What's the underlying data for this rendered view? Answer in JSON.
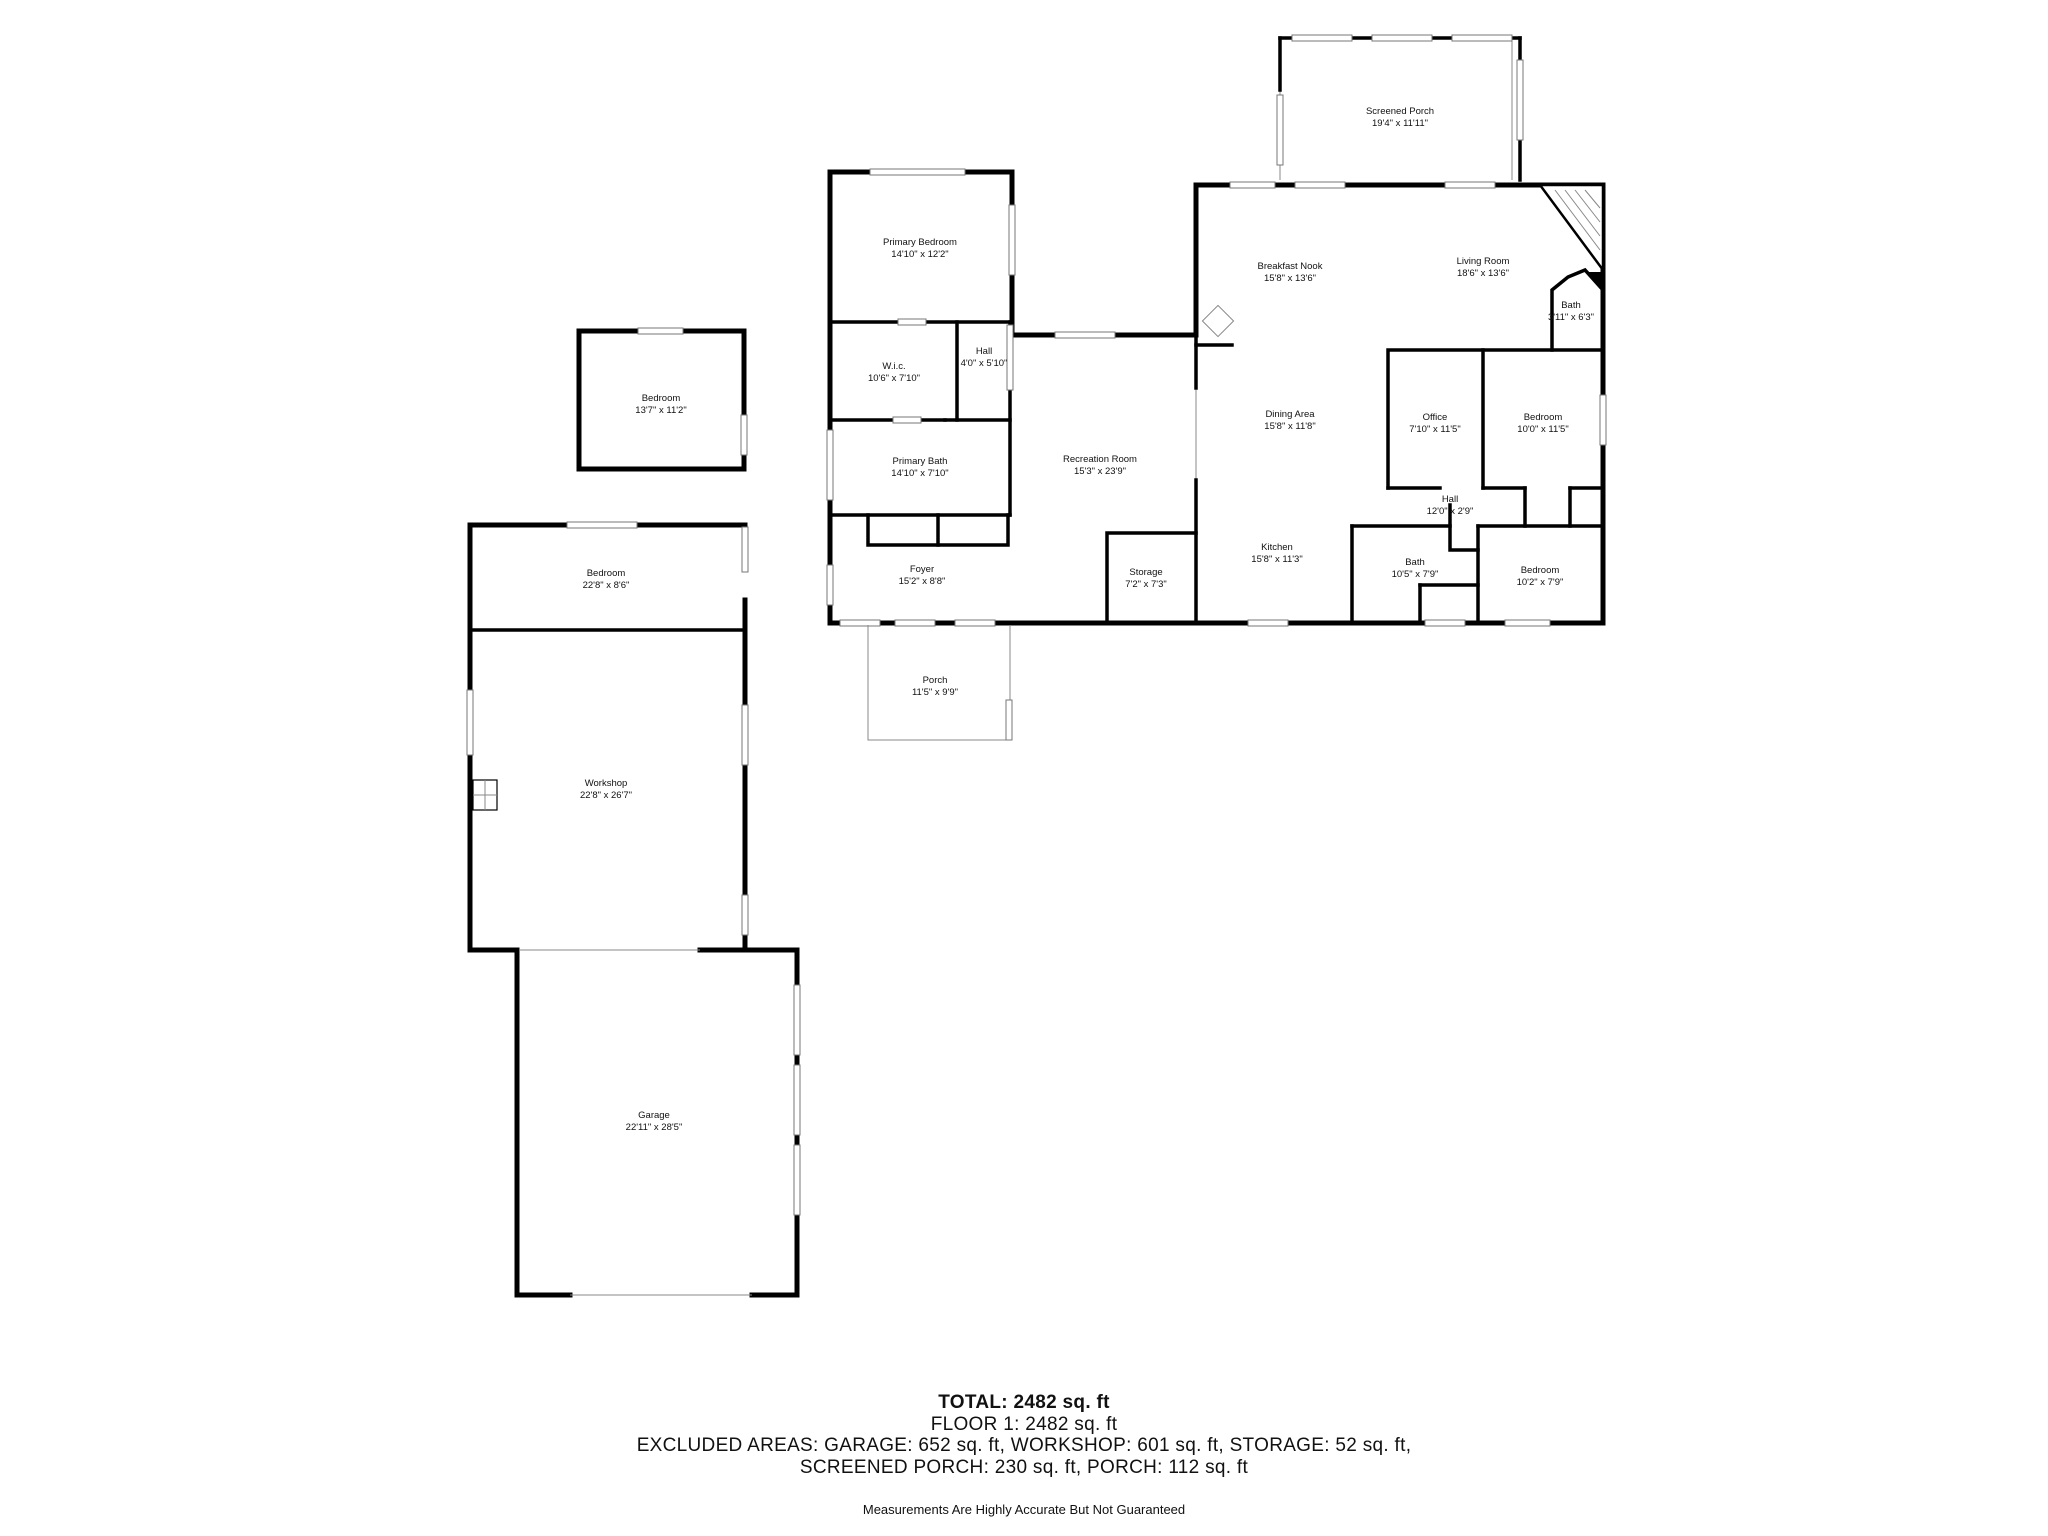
{
  "rooms": [
    {
      "id": "screened-porch",
      "name": "Screened Porch",
      "dims": "19'4\" x 11'11\""
    },
    {
      "id": "primary-bedroom",
      "name": "Primary Bedroom",
      "dims": "14'10\" x 12'2\""
    },
    {
      "id": "breakfast-nook",
      "name": "Breakfast Nook",
      "dims": "15'8\" x 13'6\""
    },
    {
      "id": "living-room",
      "name": "Living Room",
      "dims": "18'6\" x 13'6\""
    },
    {
      "id": "bath-small",
      "name": "Bath",
      "dims": "3'11\" x 6'3\""
    },
    {
      "id": "bedroom-detached",
      "name": "Bedroom",
      "dims": "13'7\" x 11'2\""
    },
    {
      "id": "wic",
      "name": "W.i.c.",
      "dims": "10'6\" x 7'10\""
    },
    {
      "id": "hall-upper",
      "name": "Hall",
      "dims": "4'0\" x 5'10\""
    },
    {
      "id": "recreation-room",
      "name": "Recreation Room",
      "dims": "15'3\" x 23'9\""
    },
    {
      "id": "dining-area",
      "name": "Dining Area",
      "dims": "15'8\" x 11'8\""
    },
    {
      "id": "office",
      "name": "Office",
      "dims": "7'10\" x 11'5\""
    },
    {
      "id": "bedroom-east",
      "name": "Bedroom",
      "dims": "10'0\" x 11'5\""
    },
    {
      "id": "primary-bath",
      "name": "Primary Bath",
      "dims": "14'10\" x 7'10\""
    },
    {
      "id": "hall-lower",
      "name": "Hall",
      "dims": "12'0\" x 2'9\""
    },
    {
      "id": "kitchen",
      "name": "Kitchen",
      "dims": "15'8\" x 11'3\""
    },
    {
      "id": "bath-lower",
      "name": "Bath",
      "dims": "10'5\" x 7'9\""
    },
    {
      "id": "bedroom-southeast",
      "name": "Bedroom",
      "dims": "10'2\" x 7'9\""
    },
    {
      "id": "foyer",
      "name": "Foyer",
      "dims": "15'2\" x 8'8\""
    },
    {
      "id": "storage",
      "name": "Storage",
      "dims": "7'2\" x 7'3\""
    },
    {
      "id": "bedroom-west",
      "name": "Bedroom",
      "dims": "22'8\" x 8'6\""
    },
    {
      "id": "porch",
      "name": "Porch",
      "dims": "11'5\" x 9'9\""
    },
    {
      "id": "workshop",
      "name": "Workshop",
      "dims": "22'8\" x 26'7\""
    },
    {
      "id": "garage",
      "name": "Garage",
      "dims": "22'11\" x 28'5\""
    }
  ],
  "summary": {
    "total": "TOTAL: 2482 sq. ft",
    "floor": "FLOOR 1: 2482 sq. ft",
    "excluded_1": "EXCLUDED AREAS: GARAGE: 652 sq. ft, WORKSHOP: 601 sq. ft, STORAGE: 52 sq. ft,",
    "excluded_2": "SCREENED PORCH: 230 sq. ft, PORCH: 112 sq. ft"
  },
  "disclaimer": "Measurements Are Highly Accurate But Not Guaranteed"
}
